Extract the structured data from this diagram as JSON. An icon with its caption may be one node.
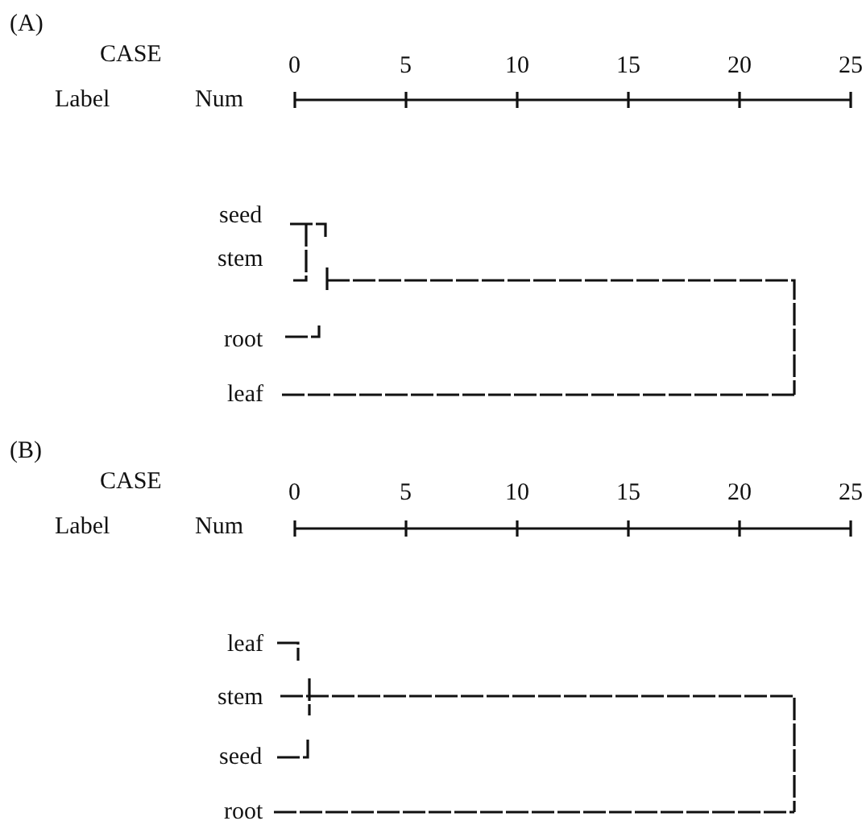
{
  "diagram": {
    "labels": [
      "(A)",
      "CASE",
      "0",
      "5",
      "10",
      "15",
      "20",
      "25",
      "Label",
      "Num",
      "seed",
      "stem",
      "root",
      "leaf",
      "(B)",
      "CASE",
      "0",
      "5",
      "10",
      "15",
      "20",
      "25",
      "Label",
      "Num",
      "leaf",
      "stem",
      "seed",
      "root"
    ]
  }
}
